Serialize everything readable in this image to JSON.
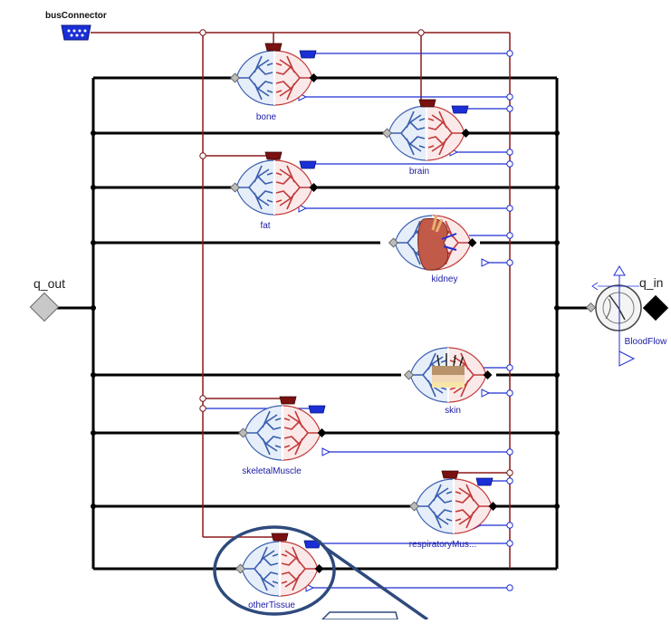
{
  "bus_connector": {
    "label": "busConnector"
  },
  "ports": {
    "q_out": "q_out",
    "q_in": "q_in"
  },
  "flow_sensor": {
    "label": "BloodFlow"
  },
  "components": [
    {
      "id": "bone",
      "label": "bone"
    },
    {
      "id": "brain",
      "label": "brain"
    },
    {
      "id": "fat",
      "label": "fat"
    },
    {
      "id": "kidney",
      "label": "kidney"
    },
    {
      "id": "skin",
      "label": "skin"
    },
    {
      "id": "skeletalMuscle",
      "label": "skeletalMuscle"
    },
    {
      "id": "respiratoryMuscle",
      "label": "respiratoryMus..."
    },
    {
      "id": "otherTissue",
      "label": "otherTissue"
    }
  ],
  "colors": {
    "blood_line": "#000000",
    "bus_line": "#8b1a1a",
    "signal_line": "#1f2fd0",
    "venous": "#3a5fb0",
    "arterial": "#c23a3a",
    "label": "#1a1aa6",
    "highlight": "#2e4a7d"
  }
}
